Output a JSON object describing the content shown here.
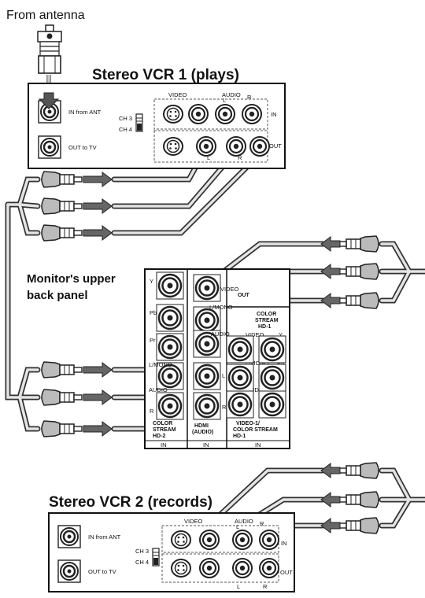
{
  "labels": {
    "antenna": "From antenna",
    "vcr1_title": "Stereo VCR 1 (plays)",
    "vcr2_title": "Stereo VCR 2 (records)",
    "monitor_line1": "Monitor's upper",
    "monitor_line2": "back panel"
  },
  "vcr": {
    "in_from_ant": "IN from ANT",
    "out_to_tv": "OUT to TV",
    "ch3": "CH 3",
    "ch4": "CH 4",
    "video": "VIDEO",
    "audio": "AUDIO",
    "l": "L",
    "r": "R",
    "in": "IN",
    "out": "OUT"
  },
  "monitor": {
    "y": "Y",
    "pb": "Pb",
    "pr": "Pr",
    "video": "VIDEO",
    "l_mono": "L/MONO",
    "audio": "AUDIO",
    "r": "R",
    "l": "L",
    "out": "OUT",
    "cs_hd1_a": "COLOR",
    "cs_hd1_b": "STREAM",
    "cs_hd1_c": "HD-1",
    "cs_hd2_a": "COLOR",
    "cs_hd2_b": "STREAM",
    "cs_hd2_c": "HD-2",
    "hdmi_a": "HDMI",
    "hdmi_b": "(AUDIO)",
    "v1_a": "VIDEO-1/",
    "v1_b": "COLOR STREAM",
    "v1_c": "HD-1",
    "in": "IN"
  }
}
